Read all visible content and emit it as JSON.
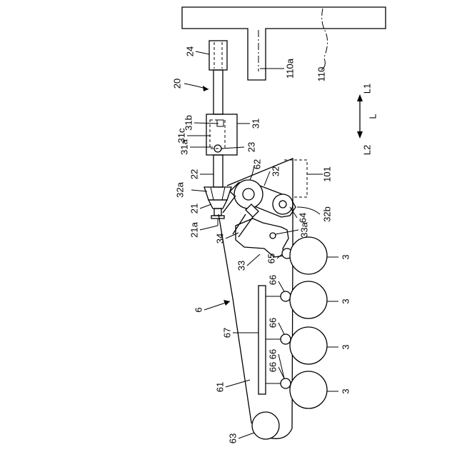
{
  "diagram": {
    "labels": {
      "l20": "20",
      "l24": "24",
      "l31b": "31b",
      "l31c": "31c",
      "l31a": "31a",
      "l31": "31",
      "l23": "23",
      "l22": "22",
      "l32a": "32a",
      "l21": "21",
      "l21a": "21a",
      "l62": "62",
      "l32": "32",
      "l101": "101",
      "l32b": "32b",
      "l64": "64",
      "l34": "34",
      "l33a": "33a",
      "l33": "33",
      "l65": "65",
      "l66a": "66",
      "l66b": "66",
      "l66c": "66",
      "l66d": "66",
      "l6": "6",
      "l67": "67",
      "l61": "61",
      "l63": "63",
      "l3a": "3",
      "l3b": "3",
      "l3c": "3",
      "l3d": "3",
      "l110a": "110a",
      "l110": "110",
      "lL1": "L1",
      "lL": "L",
      "lL2": "L2"
    }
  }
}
